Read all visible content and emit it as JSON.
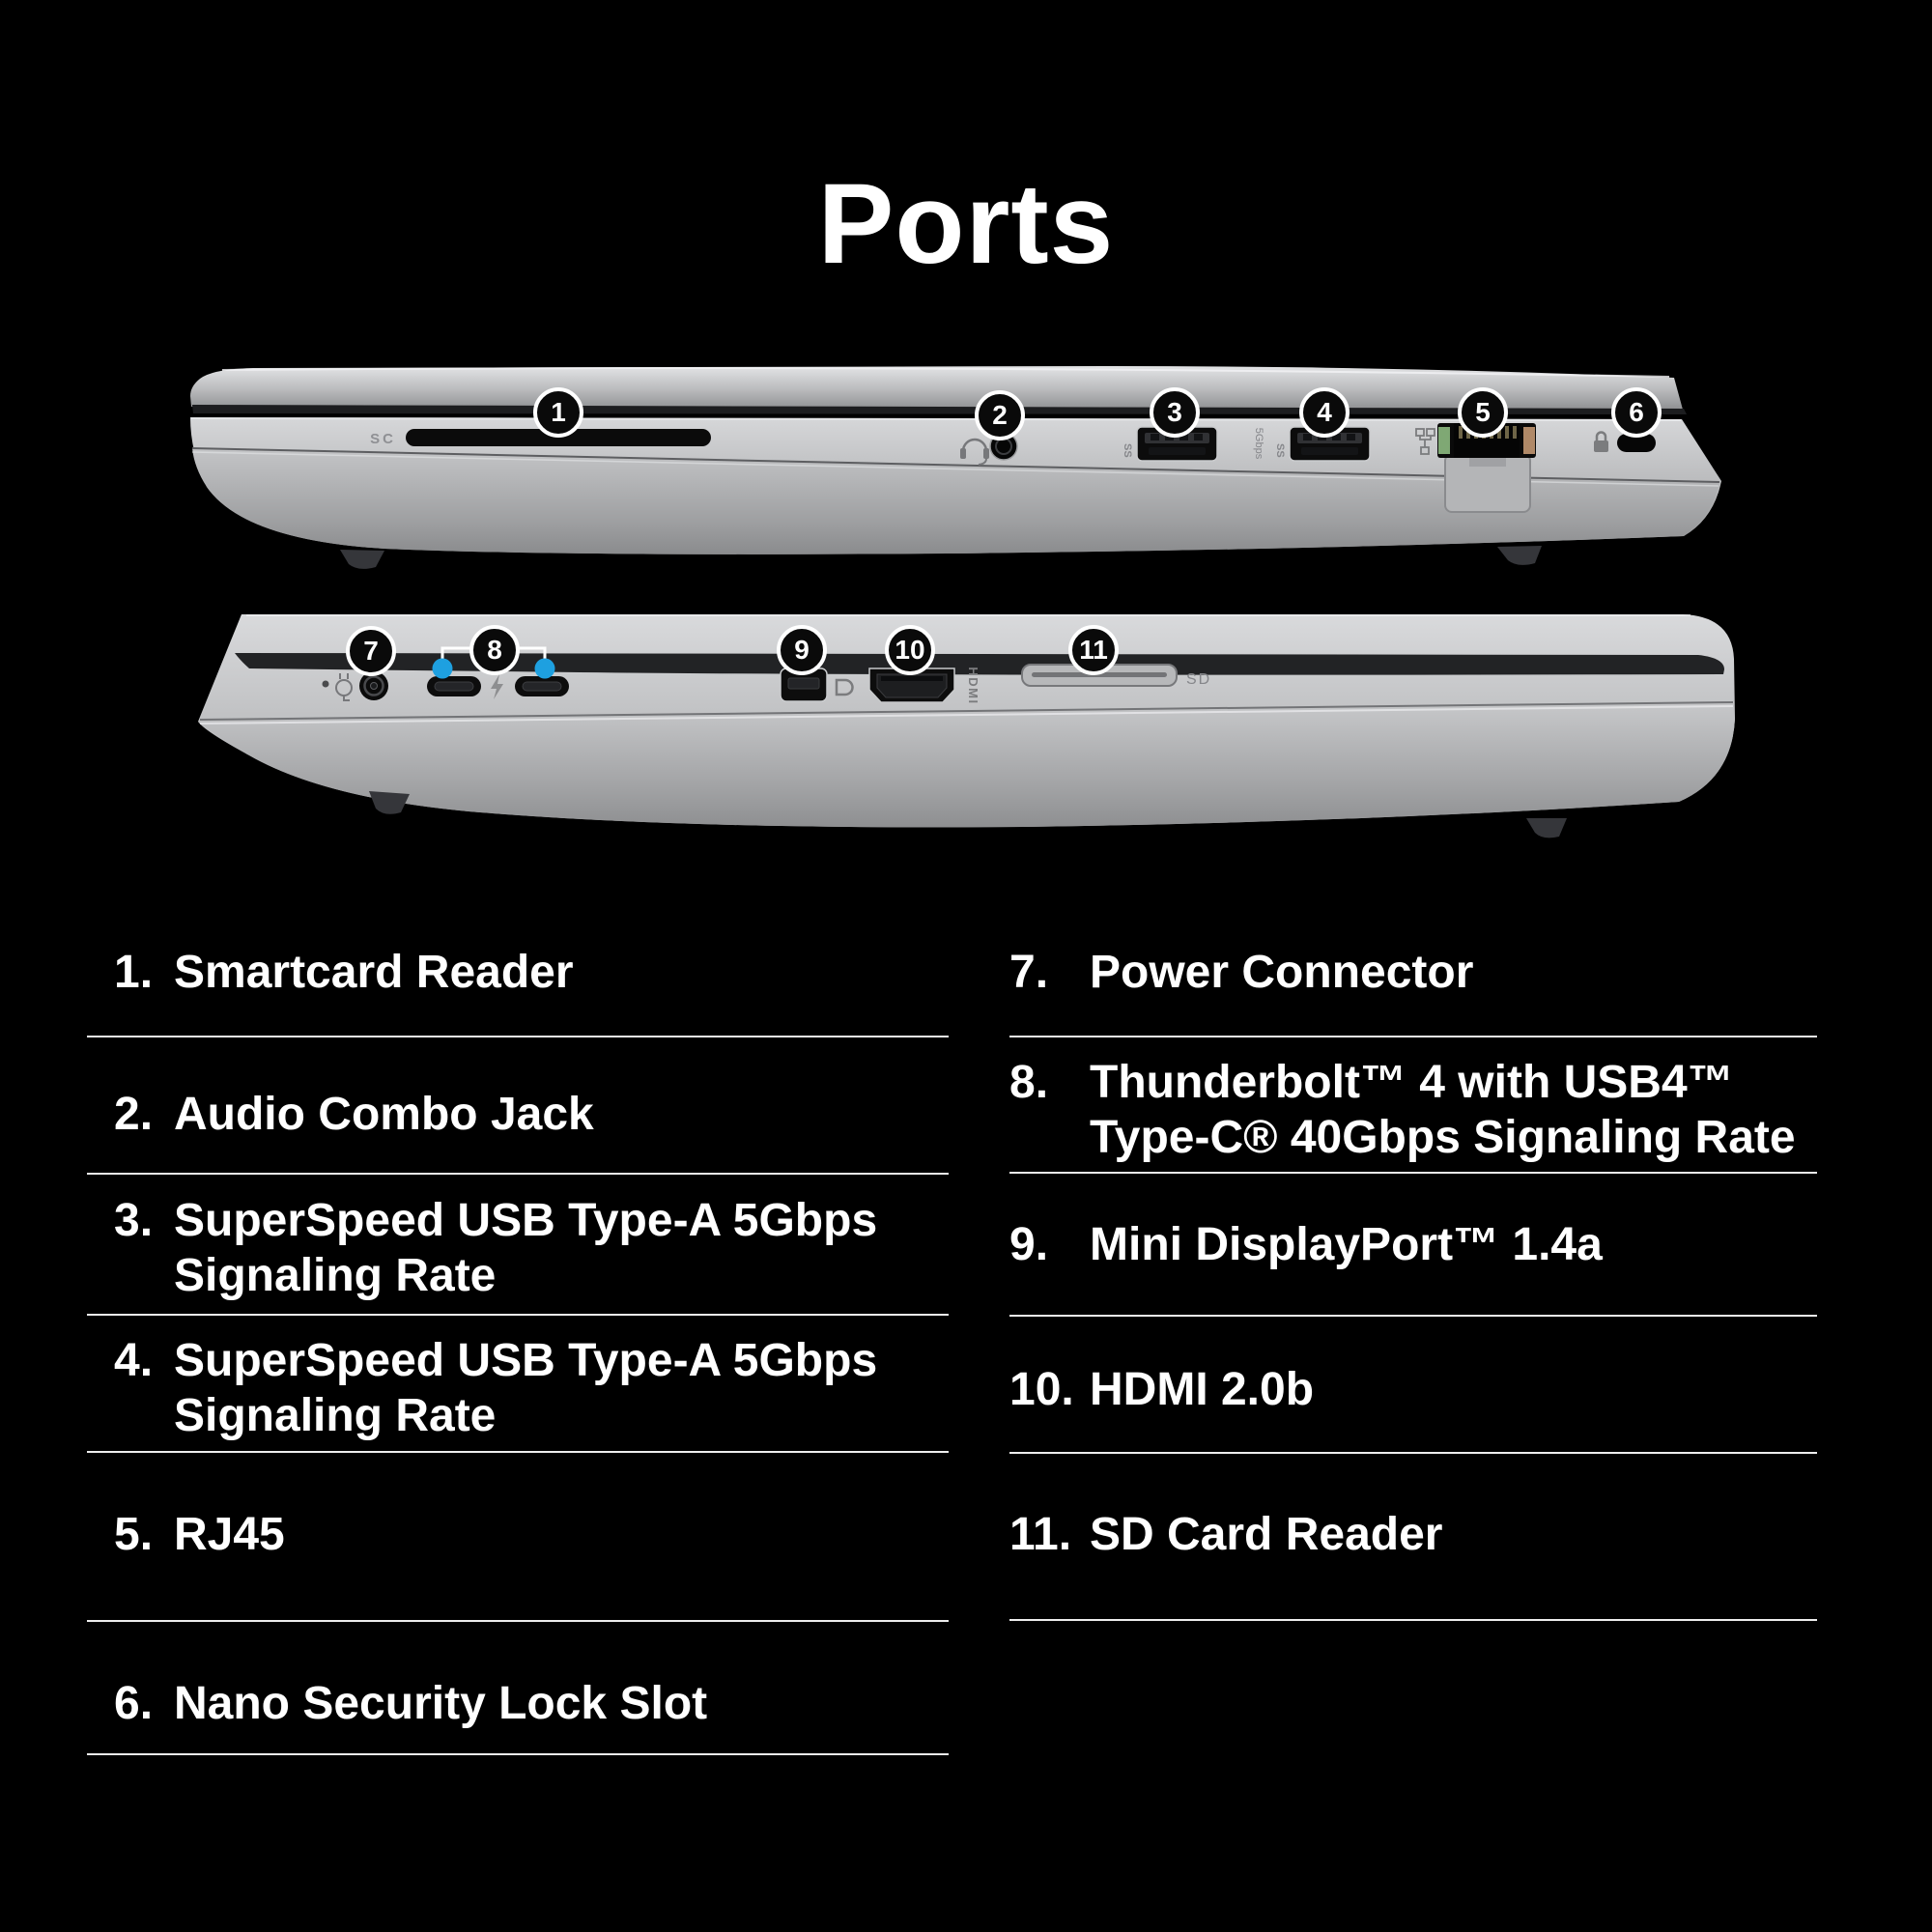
{
  "title": "Ports",
  "callouts": [
    "1",
    "2",
    "3",
    "4",
    "5",
    "6",
    "7",
    "8",
    "9",
    "10",
    "11"
  ],
  "port_labels": {
    "smartcard_slot": "SC",
    "superspeed": "SS",
    "five_gbps": "5Gbps",
    "hdmi": "HDMI",
    "sd_card": "SD"
  },
  "port_lists": {
    "left": [
      {
        "num": "1.",
        "lines": [
          "Smartcard Reader"
        ]
      },
      {
        "num": "2.",
        "lines": [
          "Audio Combo Jack"
        ]
      },
      {
        "num": "3.",
        "lines": [
          "SuperSpeed USB Type-A 5Gbps",
          "Signaling Rate"
        ]
      },
      {
        "num": "4.",
        "lines": [
          "SuperSpeed USB Type-A 5Gbps",
          "Signaling Rate"
        ]
      },
      {
        "num": "5.",
        "lines": [
          "RJ45"
        ]
      },
      {
        "num": "6.",
        "lines": [
          "Nano Security Lock Slot"
        ]
      }
    ],
    "right": [
      {
        "num": "7.",
        "lines": [
          "Power Connector"
        ]
      },
      {
        "num": "8.",
        "lines": [
          "Thunderbolt™ 4 with USB4™",
          "Type-C® 40Gbps Signaling Rate"
        ]
      },
      {
        "num": "9.",
        "lines": [
          "Mini DisplayPort™ 1.4a"
        ]
      },
      {
        "num": "10.",
        "lines": [
          "HDMI 2.0b"
        ]
      },
      {
        "num": "11.",
        "lines": [
          "SD Card Reader"
        ]
      }
    ]
  },
  "colors": {
    "background": "#000000",
    "text": "#ffffff",
    "accent_blue": "#1ea0e0",
    "laptop_silver": "#b9babc"
  }
}
